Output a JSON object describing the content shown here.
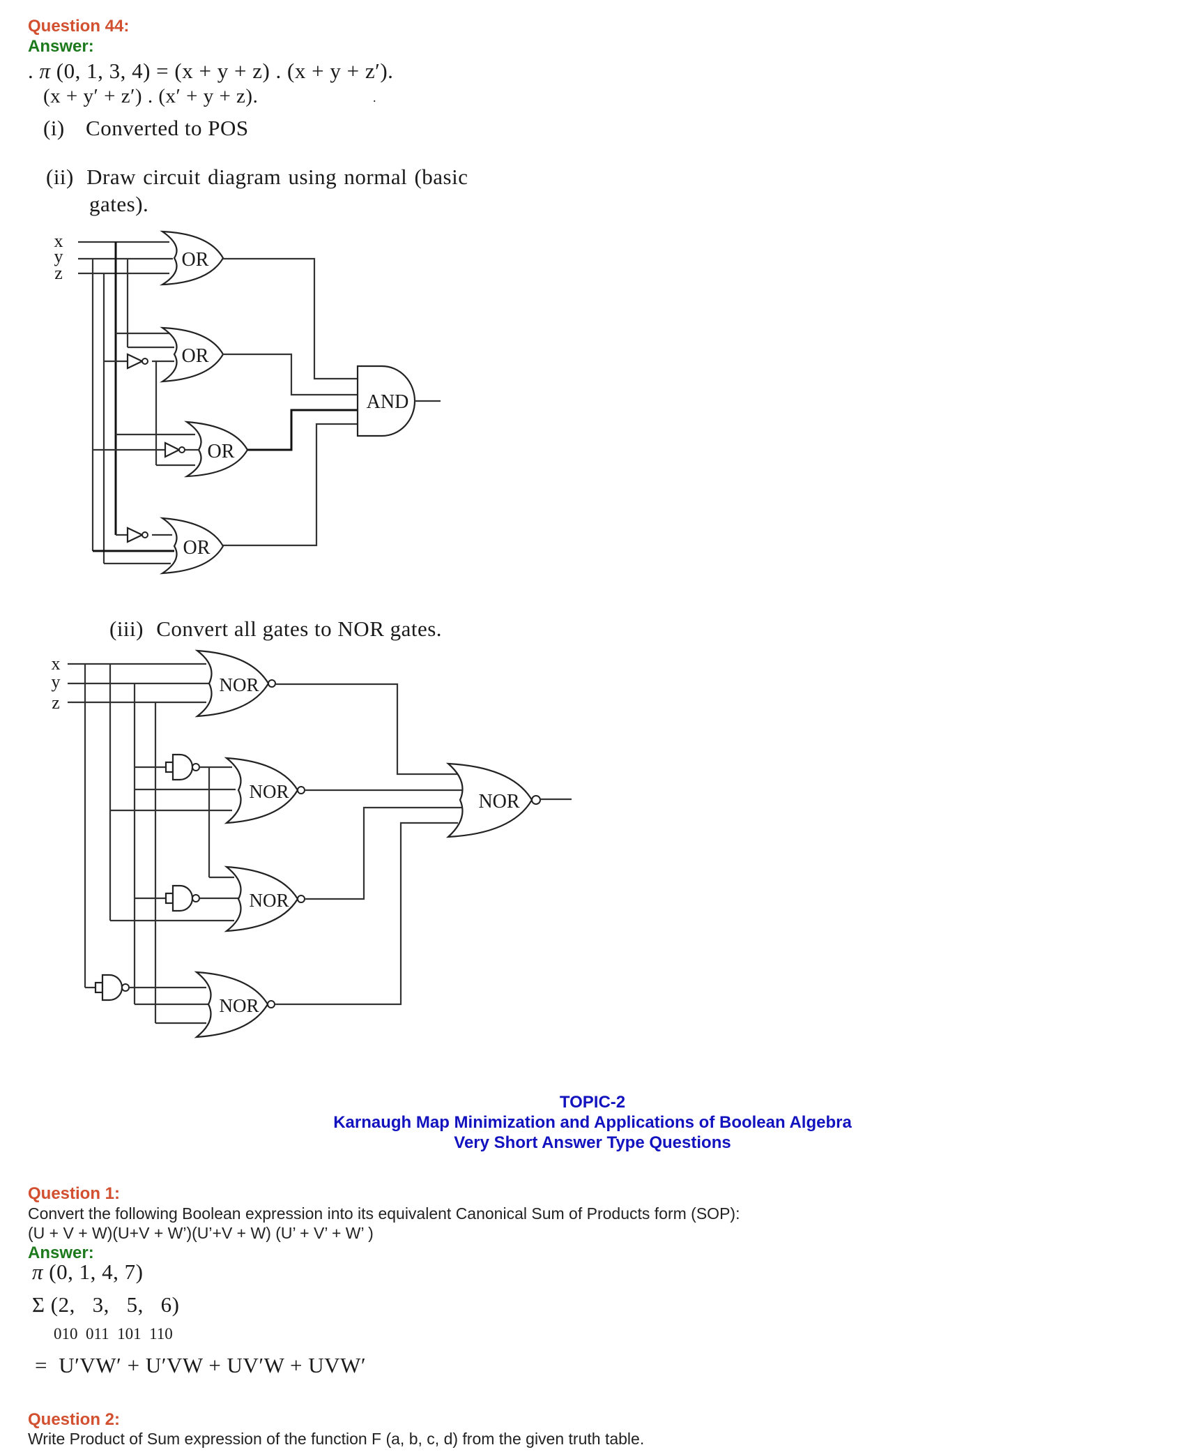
{
  "question44": {
    "label": "Question 44:",
    "answer_label": "Answer:",
    "line1_prefix": ". ",
    "line1_pi": "π",
    "line1_rest": " (0, 1, 3, 4)  =  (x + y + z) . (x + y + z′).",
    "line2": "(x + y′ + z′) . (x′ + y + z).",
    "stray_dot": ".",
    "step1_num": "(i)",
    "step1_text": "Converted to POS",
    "step2_num": "(ii)",
    "step2_text": "Draw  circuit  diagram  using  normal  (basic",
    "step2_text_cont": "gates).",
    "step3_num": "(iii)",
    "step3_text": "Convert all gates to NOR gates."
  },
  "circuit_basic": {
    "inputs": [
      "x",
      "y",
      "z"
    ],
    "gates": [
      {
        "label": "OR",
        "inputs": "x, y, z"
      },
      {
        "label": "OR",
        "inputs": "x, y, z′"
      },
      {
        "label": "OR",
        "inputs": "x, y′, z′"
      },
      {
        "label": "OR",
        "inputs": "x′, y, z"
      }
    ],
    "output_gate": {
      "label": "AND"
    }
  },
  "circuit_nor": {
    "inputs": [
      "x",
      "y",
      "z"
    ],
    "gates": [
      {
        "label": "NOR"
      },
      {
        "label": "NOR"
      },
      {
        "label": "NOR"
      },
      {
        "label": "NOR"
      }
    ],
    "output_gate": {
      "label": "NOR"
    }
  },
  "topic": {
    "title": "TOPIC-2",
    "subtitle": "Karnaugh Map Minimization and Applications of Boolean Algebra",
    "section": "Very Short Answer Type Questions"
  },
  "question1": {
    "label": "Question 1:",
    "text": "Convert the following Boolean expression into its equivalent Canonical Sum of Products form (SOP):",
    "expression": "(U + V + W)(U+V + W’)(U’+V + W) (U’ + V’ + W’ )",
    "answer_label": "Answer:",
    "pi_symbol": "π",
    "pi_terms": " (0, 1, 4, 7)",
    "sigma_symbol": "Σ",
    "sigma_terms": " (2,   3,   5,   6)",
    "binary": "010  011  101  110",
    "result_eq": "=",
    "result": "U′VW′ + U′VW + UV′W + UVW′"
  },
  "question2": {
    "label": "Question 2:",
    "text": "Write Product of Sum expression of the function F (a, b, c, d) from the given truth table."
  }
}
